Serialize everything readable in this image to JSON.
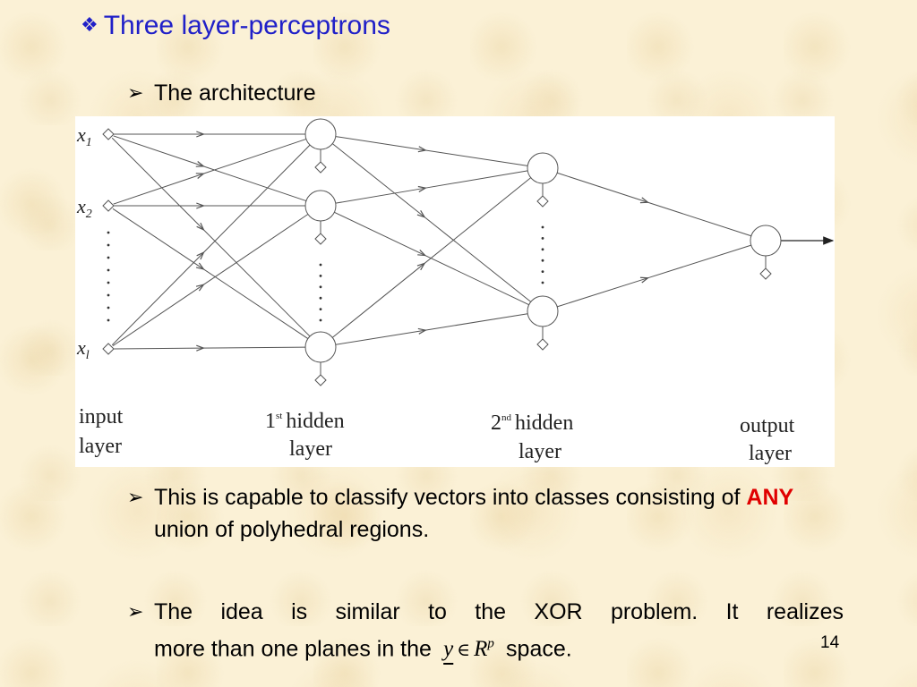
{
  "slide": {
    "title": "Three layer-perceptrons",
    "page_number": "14"
  },
  "bullets": {
    "b1": "The architecture",
    "b2_pre": "This is capable to classify vectors into classes consisting of",
    "b2_emph": "ANY",
    "b2_post": "union of polyhedral regions.",
    "b3_line1": "The idea is similar to the XOR problem.  It realizes",
    "b3_pre": "more than one planes in the",
    "b3_post": "space.",
    "math_y": "y",
    "math_in": "∈",
    "math_R": "R",
    "math_p": "p"
  },
  "diagram": {
    "inputs": {
      "x1_base": "x",
      "x1_sub": "1",
      "x2_base": "x",
      "x2_sub": "2",
      "xl_base": "x",
      "xl_sub": "l"
    },
    "labels": {
      "input_line1": "input",
      "input_line2": "layer",
      "h1_num": "1",
      "h1_sup": "st",
      "h1_word": "hidden",
      "h1_line2": "layer",
      "h2_num": "2",
      "h2_sup": "nd",
      "h2_word": "hidden",
      "h2_line2": "layer",
      "out_line1": "output",
      "out_line2": "layer"
    }
  },
  "colors": {
    "title": "#2020c8",
    "emphasis": "#e00000",
    "background": "#fbf1d6",
    "diagram_line": "#555555"
  }
}
